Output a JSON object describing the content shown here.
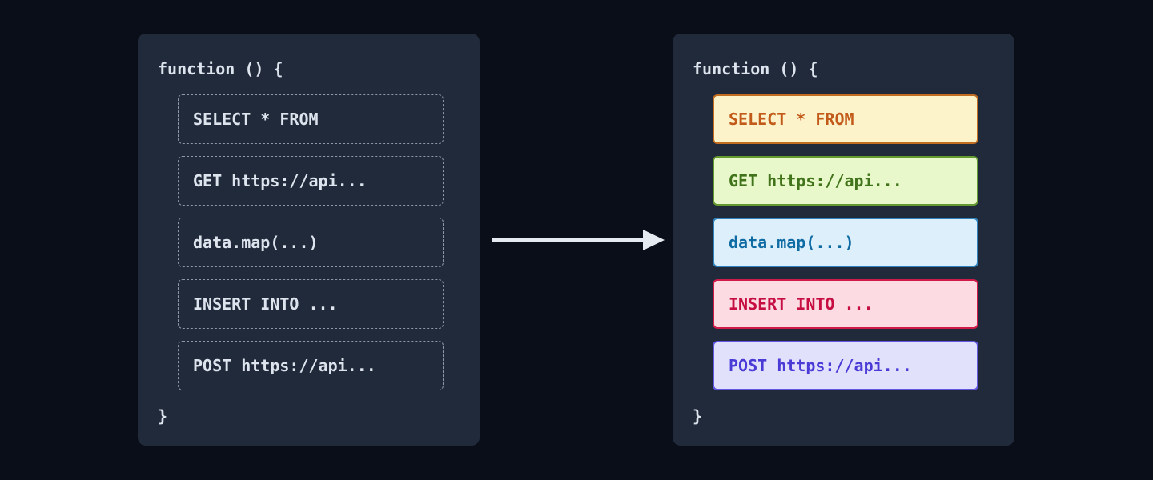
{
  "left_panel": {
    "header": "function () {",
    "footer": "}",
    "blocks": [
      {
        "label": "SELECT * FROM"
      },
      {
        "label": "GET https://api..."
      },
      {
        "label": "data.map(...)"
      },
      {
        "label": "INSERT INTO ..."
      },
      {
        "label": "POST https://api..."
      }
    ]
  },
  "right_panel": {
    "header": "function () {",
    "footer": "}",
    "blocks": [
      {
        "label": "SELECT * FROM",
        "bg": "#fcf3cb",
        "border": "#c36d20",
        "text": "#c25a19"
      },
      {
        "label": "GET https://api...",
        "bg": "#e8f8ca",
        "border": "#63992e",
        "text": "#41741a"
      },
      {
        "label": "data.map(...)",
        "bg": "#ddeffb",
        "border": "#2f83bd",
        "text": "#0f6ba3"
      },
      {
        "label": "INSERT INTO ...",
        "bg": "#fcdce2",
        "border": "#cf1a4a",
        "text": "#c60e42"
      },
      {
        "label": "POST https://api...",
        "bg": "#e2e1fc",
        "border": "#6157e0",
        "text": "#4a3ad6"
      }
    ]
  },
  "colors": {
    "page_bg": "#0a0e18",
    "panel_bg": "#202a3a",
    "panel_text": "#dde4ee",
    "dashed_border": "#8c99ad",
    "arrow": "#e5e9f0"
  }
}
